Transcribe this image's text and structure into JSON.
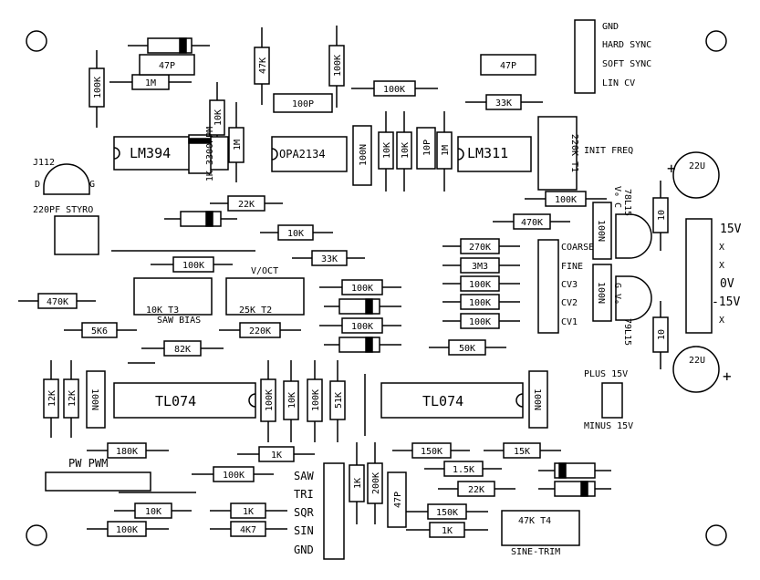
{
  "resistors_h": [
    {
      "id": "r-1m",
      "label": "1M"
    },
    {
      "id": "r-100k-top",
      "label": "100K"
    },
    {
      "id": "r-33k-top",
      "label": "33K"
    },
    {
      "id": "r-100k-t1",
      "label": "100K"
    },
    {
      "id": "r-470k-right",
      "label": "470K"
    },
    {
      "id": "r-22k",
      "label": "22K"
    },
    {
      "id": "r-10k-mid",
      "label": "10K"
    },
    {
      "id": "r-33k-mid",
      "label": "33K"
    },
    {
      "id": "r-100k-left",
      "label": "100K"
    },
    {
      "id": "r-470k-left",
      "label": "470K"
    },
    {
      "id": "r-5k6",
      "label": "5K6"
    },
    {
      "id": "r-82k",
      "label": "82K"
    },
    {
      "id": "r-220k",
      "label": "220K"
    },
    {
      "id": "r-100k-a",
      "label": "100K"
    },
    {
      "id": "r-100k-b",
      "label": "100K"
    },
    {
      "id": "r-270k",
      "label": "270K"
    },
    {
      "id": "r-3m3",
      "label": "3M3"
    },
    {
      "id": "r-100k-cv3",
      "label": "100K"
    },
    {
      "id": "r-100k-cv2",
      "label": "100K"
    },
    {
      "id": "r-100k-cv1",
      "label": "100K"
    },
    {
      "id": "r-50k",
      "label": "50K"
    },
    {
      "id": "r-180k",
      "label": "180K"
    },
    {
      "id": "r-1k-mid",
      "label": "1K"
    },
    {
      "id": "r-100k-pw",
      "label": "100K"
    },
    {
      "id": "r-150k-a",
      "label": "150K"
    },
    {
      "id": "r-15k",
      "label": "15K"
    },
    {
      "id": "r-1k5",
      "label": "1.5K"
    },
    {
      "id": "r-22k-b",
      "label": "22K"
    },
    {
      "id": "r-10k-bot",
      "label": "10K"
    },
    {
      "id": "r-100k-bot",
      "label": "100K"
    },
    {
      "id": "r-1k-sqr",
      "label": "1K"
    },
    {
      "id": "r-4k7",
      "label": "4K7"
    },
    {
      "id": "r-150k-b",
      "label": "150K"
    },
    {
      "id": "r-1k-bot",
      "label": "1K"
    }
  ],
  "resistors_v": [
    {
      "id": "r-100k-v-left",
      "label": "100K"
    },
    {
      "id": "r-47k",
      "label": "47K"
    },
    {
      "id": "r-100k-v-top",
      "label": "100K"
    },
    {
      "id": "r-10k-v-lm394",
      "label": "10K"
    },
    {
      "id": "r-1m-v",
      "label": "1M"
    },
    {
      "id": "r-10k-v-a",
      "label": "10K"
    },
    {
      "id": "r-10k-v-b",
      "label": "10K"
    },
    {
      "id": "r-1m-v-b",
      "label": "1M"
    },
    {
      "id": "r-10-top",
      "label": "10"
    },
    {
      "id": "r-10-bot",
      "label": "10"
    },
    {
      "id": "r-12k-a",
      "label": "12K"
    },
    {
      "id": "r-12k-b",
      "label": "12K"
    },
    {
      "id": "r-100k-v-c",
      "label": "100K"
    },
    {
      "id": "r-10k-v-c",
      "label": "10K"
    },
    {
      "id": "r-100k-v-d",
      "label": "100K"
    },
    {
      "id": "r-51k",
      "label": "51K"
    },
    {
      "id": "r-1k-v",
      "label": "1K"
    },
    {
      "id": "r-200k",
      "label": "200K"
    }
  ],
  "ics": [
    {
      "id": "ic-lm394",
      "label": "LM394"
    },
    {
      "id": "ic-opa2134",
      "label": "OPA2134"
    },
    {
      "id": "ic-lm311",
      "label": "LM311"
    },
    {
      "id": "ic-tl074-left",
      "label": "TL074"
    },
    {
      "id": "ic-tl074-right",
      "label": "TL074"
    }
  ],
  "caps": [
    {
      "id": "c-47p-top",
      "label": "47P"
    },
    {
      "id": "c-100p",
      "label": "100P"
    },
    {
      "id": "c-47p-right",
      "label": "47P"
    },
    {
      "id": "c-100n-opa",
      "label": "100N"
    },
    {
      "id": "c-10p",
      "label": "10P"
    },
    {
      "id": "c-100n-reg-top",
      "label": "100N"
    },
    {
      "id": "c-100n-reg-bot",
      "label": "100N"
    },
    {
      "id": "c-100n-left",
      "label": "100N"
    },
    {
      "id": "c-100n-right",
      "label": "100N"
    },
    {
      "id": "c-47p-v",
      "label": "47P"
    }
  ],
  "trimmers": [
    {
      "id": "trim-t3",
      "label": "10K T3"
    },
    {
      "id": "trim-t2",
      "label": "25K T2"
    },
    {
      "id": "trim-t4",
      "label": "47K T4"
    }
  ],
  "labels": {
    "t1": "220K T1",
    "init_freq": "INIT FREQ",
    "j112": "J112",
    "d": "D",
    "g": "G",
    "styro": "220PF STYRO",
    "v_oct": "V/OCT",
    "saw_bias": "SAW BIAS",
    "sine_trim": "SINE-TRIM",
    "pw_pwm": "PW PWM",
    "res_3300ppm": "1K 3300PPM",
    "reg_top": "78L15",
    "reg_bot": "79L15",
    "reg_top_pins": "V₀  C",
    "reg_bot_pins": "G   V₀",
    "plus15": "PLUS 15V",
    "minus15": "MINUS 15V",
    "cap_top": "22U",
    "cap_bot": "22U",
    "plus_sign": "+",
    "minus_sign": "-"
  },
  "header_top": [
    "GND",
    "HARD SYNC",
    "SOFT SYNC",
    "LIN CV"
  ],
  "header_cv": [
    "COARSE",
    "FINE",
    "CV3",
    "CV2",
    "CV1"
  ],
  "header_power": [
    "15V",
    "X",
    "X",
    "0V",
    "-15V",
    "X"
  ],
  "header_out": [
    "SAW",
    "TRI",
    "SQR",
    "SIN",
    "GND"
  ]
}
